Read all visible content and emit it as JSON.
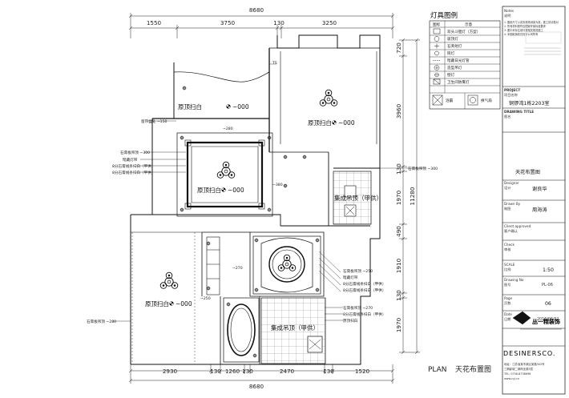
{
  "dims_top": [
    "8680",
    "1550",
    "3750",
    "130",
    "3250"
  ],
  "dims_bottom": [
    "2930",
    "130",
    "1260",
    "130",
    "2470",
    "130",
    "1520",
    "8680"
  ],
  "dims_right": [
    "720",
    "3960",
    "130",
    "1970",
    "11280",
    "490",
    "1910",
    "130",
    "1970"
  ],
  "legend": {
    "title": "灯具图例",
    "col_icon": "图标",
    "col_desc": "示意",
    "items": [
      "双头斗胆灯（方型）",
      "吸顶灯",
      "石英射灯",
      "筒灯",
      "暗藏日光灯管",
      "造型吊灯",
      "壁灯",
      "卫生间防雾灯"
    ],
    "extras": [
      "浴霸",
      "换气扇"
    ]
  },
  "plan": {
    "ceiling_paint": "原顶扫白",
    "ceiling_code": "~000",
    "integrated_ceiling": "集成吊顶（甲供）",
    "label_150": "窗帘盒处 ~150",
    "label_300": "石膏板吊顶 ~300",
    "label_280": "~280",
    "label_380": "~380",
    "label_250": "~250",
    "label_270": "~270",
    "label_ts": "TS",
    "note_left": [
      "石膏板吊顶 ~300",
      "暗藏灯带",
      "8分石膏线条扫白（甲供）",
      "8分石膏线条扫白（甲供）"
    ],
    "note_right_top": "石膏板吊顶 ~300",
    "note_mid": [
      "石膏板吊顶 ~250",
      "暗藏灯带",
      "8分石膏线条扫白（甲供）",
      "8分石膏线条扫白（甲供）"
    ],
    "note_bottom": [
      "石膏板吊顶 ~270",
      "8分石膏线条扫白（甲供）",
      "原顶扫白"
    ],
    "note_far_left": "石膏板吊顶 ~280",
    "plan_label": "PLAN",
    "plan_name": "天花布置图"
  },
  "title_block": {
    "notes_label": "Notes",
    "notes_sub": "说明",
    "notes_text": [
      "1. 图纸尺寸以实际现场测量为准，施工前请核对",
      "2. 所有材料需符合国家环保标准要求",
      "3. 图中未标注部分按相关规范施工",
      "4. 本图纸版权归设计公司所有"
    ],
    "project_label": "PROJECT",
    "project_sub": "项目名称",
    "project_name": "铜锣湾1栋2203室",
    "drawing_title_label": "DRAWING TITLE",
    "drawing_title_sub": "图名",
    "drawing_title": "天花布置图",
    "designer_label": "Designer",
    "designer_sub": "设计",
    "designer": "谢良华",
    "drawn_label": "Drawn By",
    "drawn_sub": "制图",
    "drawn": "周海涛",
    "client_label": "Client approved",
    "client_sub": "客户确认",
    "check_label": "Check",
    "check_sub": "审核",
    "scale_label": "SCALE",
    "scale_sub": "比例",
    "scale": "1:50",
    "drawing_no_label": "Drawing No",
    "drawing_no_sub": "图号",
    "drawing_no": "PL-06",
    "page_label": "Page",
    "page_sub": "页数",
    "page": "06",
    "date_label": "Date",
    "date_sub": "日期",
    "date": "2016/06/02",
    "company_logo": "丛一精装饰",
    "company_en": "DESINERSCO.",
    "address": [
      "地址：江苏省某市某区某路302号",
      "三期影城二期商业楼5层",
      "TEL: 0756-8738698",
      "www.cyj.cn"
    ]
  },
  "colors": {
    "line": "#1a1a1a",
    "grid": "#777777",
    "paper": "#ffffff"
  }
}
